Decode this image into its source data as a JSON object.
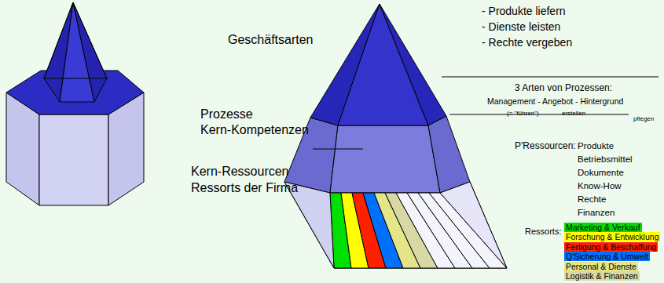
{
  "diagram": {
    "labels": [
      "Geschäftsarten",
      "Prozesse",
      "Kern-Kompetenzen",
      "Kern-Ressourcen",
      "Ressorts der Firma",
      "- Produkte liefern",
      "- Dienste leisten",
      "- Rechte vergeben",
      "3 Arten von Prozessen:",
      "Management - Angebot - Hintergrund",
      "(= \"führen\")",
      "erstellen",
      "pflegen",
      "P'Ressourcen:",
      "Produkte",
      "Betriebsmittel",
      "Dokumente",
      "Know-How",
      "Rechte",
      "Finanzen",
      "Ressorts:"
    ],
    "legend": [
      {
        "text": "Marketing & Verkauf",
        "color": "#00e000"
      },
      {
        "text": "Forschung & Entwicklung",
        "color": "#ffff00"
      },
      {
        "text": "Fertigung & Beschaffung",
        "color": "#ff2000"
      },
      {
        "text": "Q'Sicherung & Umwelt",
        "color": "#0070ff"
      },
      {
        "text": "Personal & Dienste",
        "color": "#e4e488"
      },
      {
        "text": "Logistik & Finanzen",
        "color": "#d8d8a4"
      }
    ]
  }
}
